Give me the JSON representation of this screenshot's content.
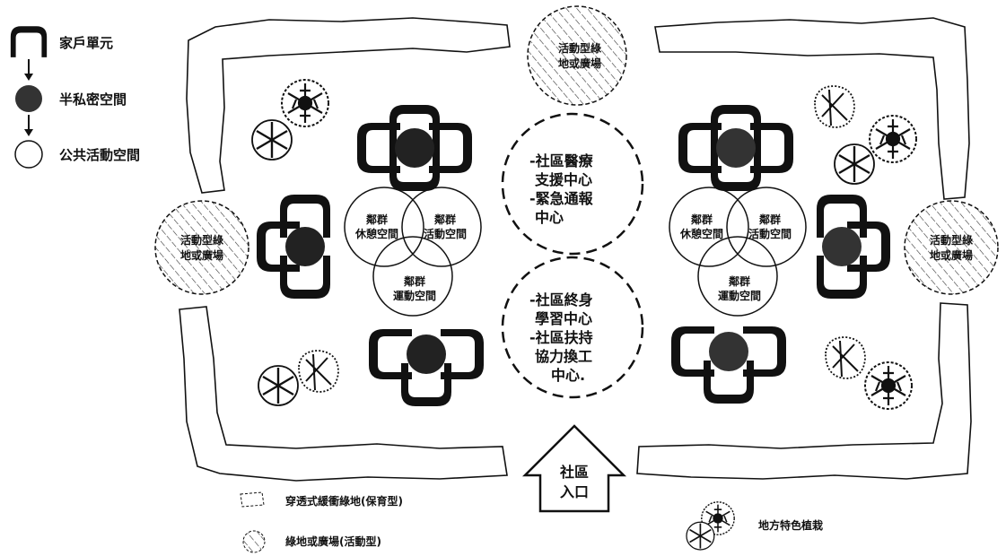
{
  "legend": {
    "household": "家戶單元",
    "semi_private": "半私密空間",
    "public": "公共活動空間"
  },
  "green_plaza": {
    "line1": "活動型綠",
    "line2": "地或廣場"
  },
  "cluster": {
    "rest": {
      "line1": "鄰群",
      "line2": "休憩空間"
    },
    "activity": {
      "line1": "鄰群",
      "line2": "活動空間"
    },
    "sport": {
      "line1": "鄰群",
      "line2": "運動空間"
    }
  },
  "center_top": {
    "lines": [
      "-社區醫療",
      "支援中心",
      "-緊急通報",
      "中心"
    ]
  },
  "center_bottom": {
    "lines": [
      "-社區終身",
      "學習中心",
      "-社區扶持",
      "協力換工",
      "中心."
    ]
  },
  "entrance": {
    "line1": "社區",
    "line2": "入口"
  },
  "bottom_legend": {
    "buffer": "穿透式緩衝綠地(保育型)",
    "plaza": "綠地或廣場(活動型)",
    "plants": "地方特色植栽"
  },
  "colors": {
    "ink": "#111111",
    "dot": "#222222",
    "paper": "#ffffff"
  }
}
